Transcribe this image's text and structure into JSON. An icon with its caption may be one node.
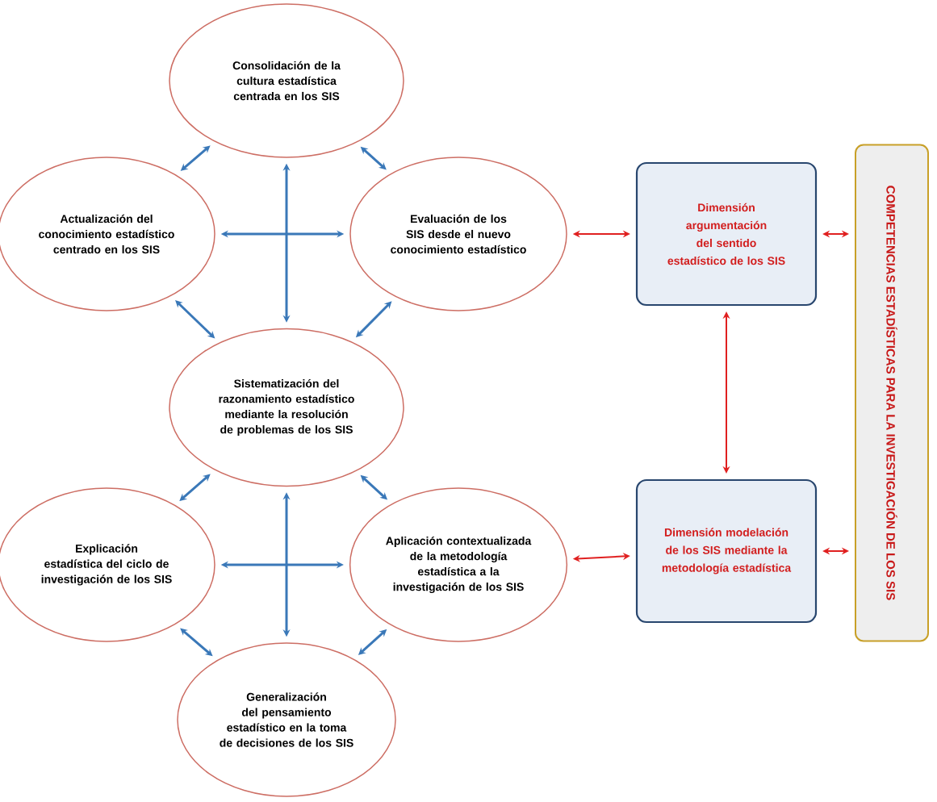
{
  "diagram": {
    "nodes": [
      {
        "text": [
          "Consolidación de la cultura estadística centrada en los SIS"
        ]
      },
      {
        "text": [
          "Actualización del conocimiento estadístico centrado en los SIS"
        ]
      },
      {
        "text": [
          "Evaluación de los SIS desde el nuevo conocimiento estadístico"
        ]
      },
      {
        "text": [
          "Sistematización del razonamiento estadístico mediante la resolución de problemas de los SIS"
        ]
      },
      {
        "text": [
          "Explicación estadística del ciclo de investigación de los SIS"
        ]
      },
      {
        "text": [
          "Aplicación contextualizada de la metodología estadística a la investigación de los SIS"
        ]
      },
      {
        "text": [
          "Generalización del pensamiento estadístico en la toma de decisiones de los SIS"
        ]
      },
      {
        "text": [
          "Dimensión argumentación del sentido estadístico de los SIS"
        ]
      },
      {
        "text": [
          "Dimensión modelación de los SIS mediante la metodología estadística"
        ]
      },
      {
        "text": [
          "COMPETENCIAS ESTADÍSTICAS PARA LA INVESTIGACIÓN DE LOS SIS"
        ]
      }
    ],
    "edges": [
      {
        "from": 0,
        "to": 1,
        "arrow": "both"
      },
      {
        "from": 0,
        "to": 2,
        "arrow": "both"
      },
      {
        "from": 1,
        "to": 2,
        "arrow": "both"
      },
      {
        "from": 0,
        "to": 3,
        "arrow": "both"
      },
      {
        "from": 1,
        "to": 3,
        "arrow": "both"
      },
      {
        "from": 2,
        "to": 3,
        "arrow": "both"
      },
      {
        "from": 3,
        "to": 4,
        "arrow": "both"
      },
      {
        "from": 3,
        "to": 5,
        "arrow": "both"
      },
      {
        "from": 4,
        "to": 5,
        "arrow": "both"
      },
      {
        "from": 3,
        "to": 6,
        "arrow": "both"
      },
      {
        "from": 4,
        "to": 6,
        "arrow": "both"
      },
      {
        "from": 5,
        "to": 6,
        "arrow": "both"
      },
      {
        "from": 2,
        "to": 7,
        "arrow": "both",
        "color": "#e02020"
      },
      {
        "from": 7,
        "to": 9,
        "arrow": "both",
        "color": "#e02020"
      },
      {
        "from": 7,
        "to": 8,
        "arrow": "both",
        "color": "#e02020"
      },
      {
        "from": 5,
        "to": 8,
        "arrow": "both",
        "color": "#e02020"
      },
      {
        "from": 8,
        "to": 9,
        "arrow": "both",
        "color": "#e02020"
      }
    ]
  }
}
